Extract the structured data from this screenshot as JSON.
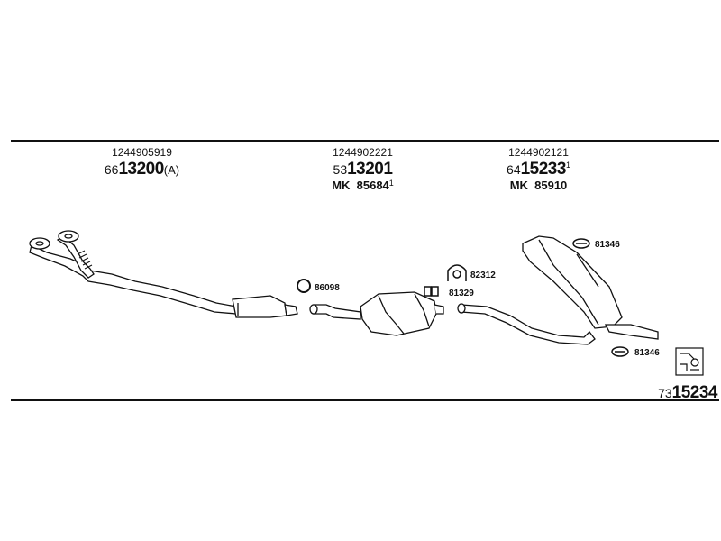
{
  "columns": [
    {
      "oem": "1244905919",
      "prefix": "66",
      "part": "13200",
      "suffix": "(A)",
      "sup": "",
      "mk_label": "",
      "mk_number": "",
      "mk_sup": ""
    },
    {
      "oem": "1244902221",
      "prefix": "53",
      "part": "13201",
      "suffix": "",
      "sup": "",
      "mk_label": "MK",
      "mk_number": "85684",
      "mk_sup": "1"
    },
    {
      "oem": "1244902121",
      "prefix": "64",
      "part": "15233",
      "suffix": "",
      "sup": "1",
      "mk_label": "MK",
      "mk_number": "85910",
      "mk_sup": ""
    }
  ],
  "callouts": {
    "ring": "86098",
    "hanger": "82312",
    "rubber_mount": "81329",
    "top_mount": "81346",
    "bottom_mount": "81346"
  },
  "bottom_part": {
    "prefix": "73",
    "number": "15234"
  },
  "icons": {
    "catalog": "catalog-box-icon"
  }
}
